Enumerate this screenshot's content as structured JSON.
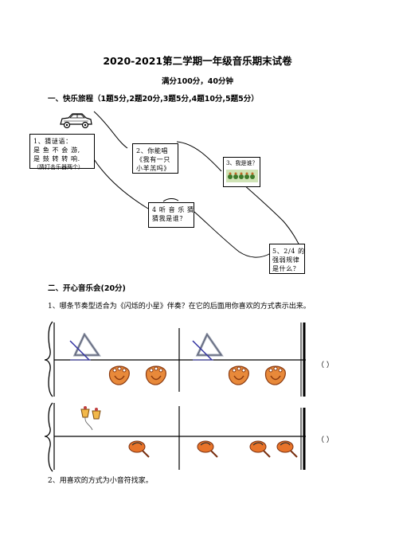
{
  "header": {
    "title": "2020-2021第二学期一年级音乐期末试卷",
    "subtitle": "满分100分，40分钟"
  },
  "section1": {
    "heading": "一、快乐旅程（1题5分,2题20分,3题5分,4题10分,5题5分）",
    "stops": [
      {
        "lines": [
          "1、猜谜语：",
          "是 鱼 不 会 游,",
          "是 鼓 转 转 响.",
          "（猜打击乐器两个）"
        ]
      },
      {
        "lines": [
          "2、你能唱",
          "《我有一只",
          "小羊羔吗》"
        ]
      },
      {
        "lines": [
          "3、我是谁？"
        ]
      },
      {
        "lines": [
          "4 听 音 乐 猜",
          "猜我是谁？"
        ]
      },
      {
        "lines": [
          "5、2/4 的",
          "强弱规律",
          "是什么？"
        ]
      }
    ],
    "icons": [
      "car-icon",
      "animals-picture"
    ]
  },
  "section2": {
    "heading": "二、开心音乐会(20分)",
    "q1": "1、哪条节奏型适合为《闪烁的小星》伴奏？在它的后面用你喜欢的方式表示出来。",
    "answer_blank": "（      ）",
    "staff1_icons": [
      "triangle-icon",
      "castanets-icon"
    ],
    "staff2_icons": [
      "bells-icon",
      "maracas-icon"
    ],
    "q2": "2、用喜欢的方式为小音符找家。"
  }
}
